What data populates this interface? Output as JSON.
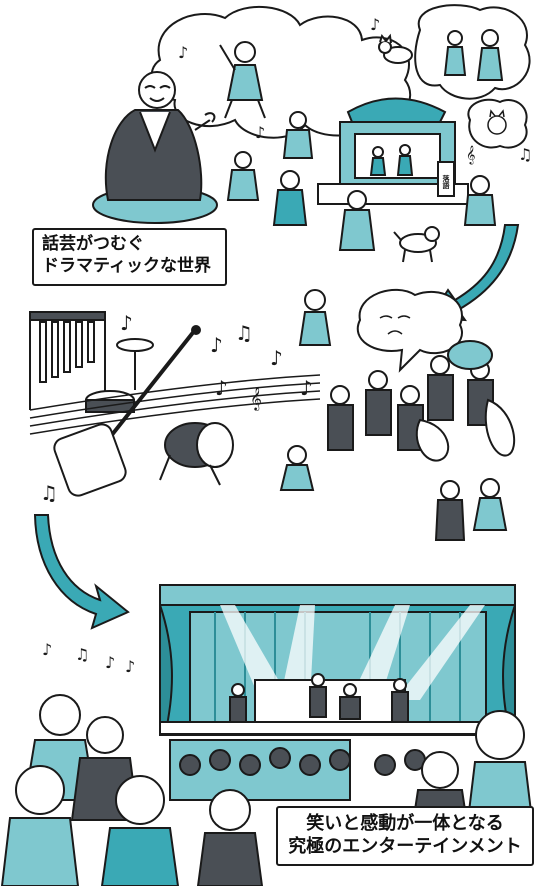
{
  "colors": {
    "teal": "#3aa9b5",
    "ink": "#1a1a1a",
    "tealLight": "#7fc8cf",
    "paper": "#ffffff"
  },
  "scenes": [
    {
      "name": "rakugo-storyteller-scene",
      "icons": [
        "storyteller-icon",
        "samurai-icon",
        "puppet-theater-icon",
        "dog-icon",
        "cat-icon",
        "villager-icon"
      ]
    },
    {
      "name": "music-scene",
      "icons": [
        "shamisen-icon",
        "taiko-drum-icon",
        "chimes-icon",
        "orchestra-icon",
        "music-note-icon"
      ]
    },
    {
      "name": "theater-scene",
      "icons": [
        "stage-curtain-icon",
        "spotlight-icon",
        "audience-icon"
      ]
    }
  ],
  "captions": {
    "top": {
      "line1": "話芸がつむぐ",
      "line2": "ドラマティックな世界"
    },
    "bottom": {
      "line1": "笑いと感動が一体となる",
      "line2": "究極のエンターテインメント"
    }
  },
  "stage_sign": "落語"
}
